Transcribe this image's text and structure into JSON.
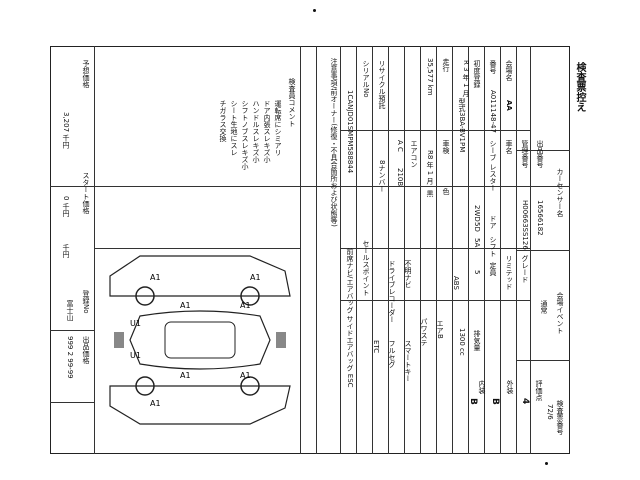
{
  "doc": {
    "title": "検査票控え",
    "header": {
      "sheet_no": "検査票番号",
      "sheet_no_val": "72/6",
      "kaijo": "会場イベント",
      "kaijo_val": "通常",
      "hyoka": "評価点",
      "hyoka_val": "4",
      "gaisou": "外装",
      "gaisou_val": "B",
      "naisou": "内装",
      "naisou_val": "B",
      "center_name": "カーセンサー名",
      "shuppin_no_lbl": "出品番号",
      "shuppin_no_val": "16566182",
      "kanri_no_lbl": "管理番号",
      "kanri_no_val": "H00663SS126",
      "kaijo_name_lbl": "会場名",
      "kaijo_name_val": "AA",
      "bango_lbl": "番号",
      "bango_val": "A011148-47",
      "shodo_lbl": "初度登録",
      "shodo_val": "R 3 年 1 月",
      "maker_lbl": "車名",
      "maker_val": "シーブ レスター",
      "grade_lbl": "グレード",
      "grade_val": "リミテッド",
      "door_lbl": "ドア",
      "door_val": "5D",
      "drive_val": "2WD",
      "shift_lbl": "シフト",
      "shift_val": "5A",
      "seat_lbl": "定員",
      "seat_val": "5",
      "katashiki_lbl": "型式",
      "katashiki_val": "3BA-BV1PM",
      "haiki_lbl": "排気量",
      "haiki_val": "1300 cc",
      "soko_lbl": "走行",
      "soko_val": "35,577 km",
      "shaken_lbl": "車検",
      "shaken_val": "R8 年 1 月",
      "color_lbl": "色",
      "color_val": "黒",
      "aircon_lbl": "エアコン",
      "aircon_val": "A C",
      "recycle_lbl": "リサイクル預託",
      "recycle_val": "210B",
      "plate_lbl": "8ナンバー",
      "chassis_lbl": "シリアルNo",
      "chassis_val": "1CANJD01SMPM588844",
      "price_lbl": "予想価格",
      "price_val": "3,207 千円",
      "start_lbl": "スタート価格",
      "start_val": "0 千円",
      "equip": [
        "ABS",
        "エアB",
        "パワステ",
        "不明ナビ",
        "ドライブレコーダー",
        "フルセグ",
        "スマートキー",
        "ETC"
      ],
      "sales_point_lbl": "セールスポイント",
      "sales_point_val": "前席ナビ/エアバッグ サイドエアバッグ ESC",
      "note_lbl": "注意事項/前オーナー(修復・不具合箇所および状態等)",
      "comment_lbl": "検査員コメント",
      "comment_lines": [
        "運転席にシミアリ",
        "ドア内張スレキズ小",
        "ハンドルスレキズ小",
        "シフトノブスレキズ小",
        "シート生地にスレ",
        "チガラス交換"
      ],
      "bottom_lbls": [
        "出品価格",
        "千円",
        "登録No",
        "富士山",
        "999 2 99-99",
        "千円"
      ]
    },
    "damage": {
      "marks": [
        "A1",
        "A1",
        "U1",
        "A1",
        "A1",
        "A1",
        "A1",
        "U1",
        "A1"
      ]
    }
  }
}
